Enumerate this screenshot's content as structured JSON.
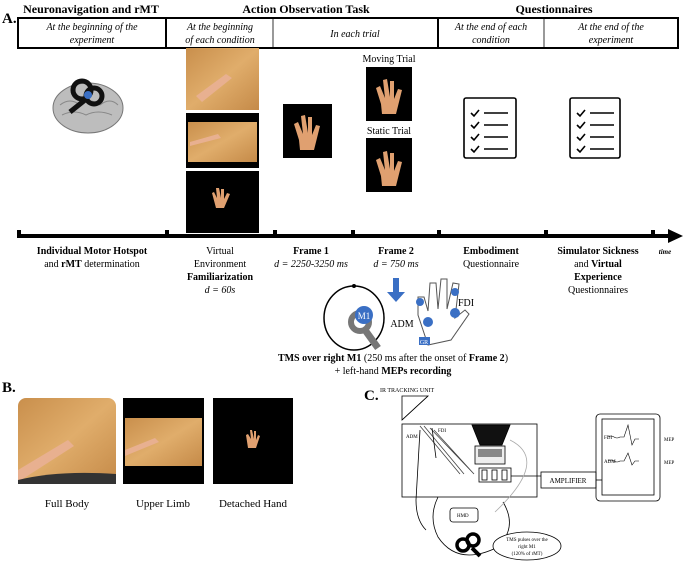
{
  "panel_a": {
    "label": "A.",
    "sections": [
      "Neuronavigation and rMT",
      "Action Observation Task",
      "Questionnaires"
    ],
    "timing_row": [
      [
        "At the beginning of the",
        "experiment"
      ],
      [
        "At the beginning",
        "of each condition"
      ],
      [
        "In each trial"
      ],
      [
        "At the end of each",
        "condition"
      ],
      [
        "At the end of the",
        "experiment"
      ]
    ],
    "moving_trial": "Moving Trial",
    "static_trial": "Static Trial",
    "time_label": "time",
    "steps": {
      "hotspot": [
        "Individual Motor Hotspot",
        "and ",
        "rMT",
        " determination"
      ],
      "familiarization": [
        "Virtual",
        "Environment",
        "Familiarization",
        "d = 60s"
      ],
      "frame1": [
        "Frame 1",
        "d = 2250-3250 ms"
      ],
      "frame2": [
        "Frame 2",
        "d = 750 ms"
      ],
      "embodiment": [
        "Embodiment",
        "Questionnaire"
      ],
      "sickness": [
        "Simulator Sickness",
        "and ",
        "Virtual",
        "Experience",
        "Questionnaires"
      ]
    },
    "tms": {
      "m1": "M1",
      "adm": "ADM",
      "fdi": "FDI",
      "gr": "GR",
      "line1_bold": "TMS over right M1",
      "line1_rest": " (250 ms after the onset of ",
      "line1_bold2": "Frame 2",
      "line1_end": ")",
      "line2_pre": "+ left-hand ",
      "line2_bold": "MEPs recording"
    }
  },
  "panel_b": {
    "label": "B.",
    "conditions": [
      "Full Body",
      "Upper Limb",
      "Detached Hand"
    ]
  },
  "panel_c": {
    "label": "C.",
    "ir_unit": "IR TRACKING UNIT",
    "adm": "ADM",
    "fdi": "FDI",
    "amplifier": "AMPLIFIER",
    "mep": "MEP",
    "hmd": "HMD",
    "tms_note": [
      "TMS pulses over the",
      "right M1",
      "(120% of rMT)"
    ]
  },
  "colors": {
    "accent_blue": "#3a6fc4",
    "wood": "#d9a25e",
    "skin": "#e0a070"
  }
}
